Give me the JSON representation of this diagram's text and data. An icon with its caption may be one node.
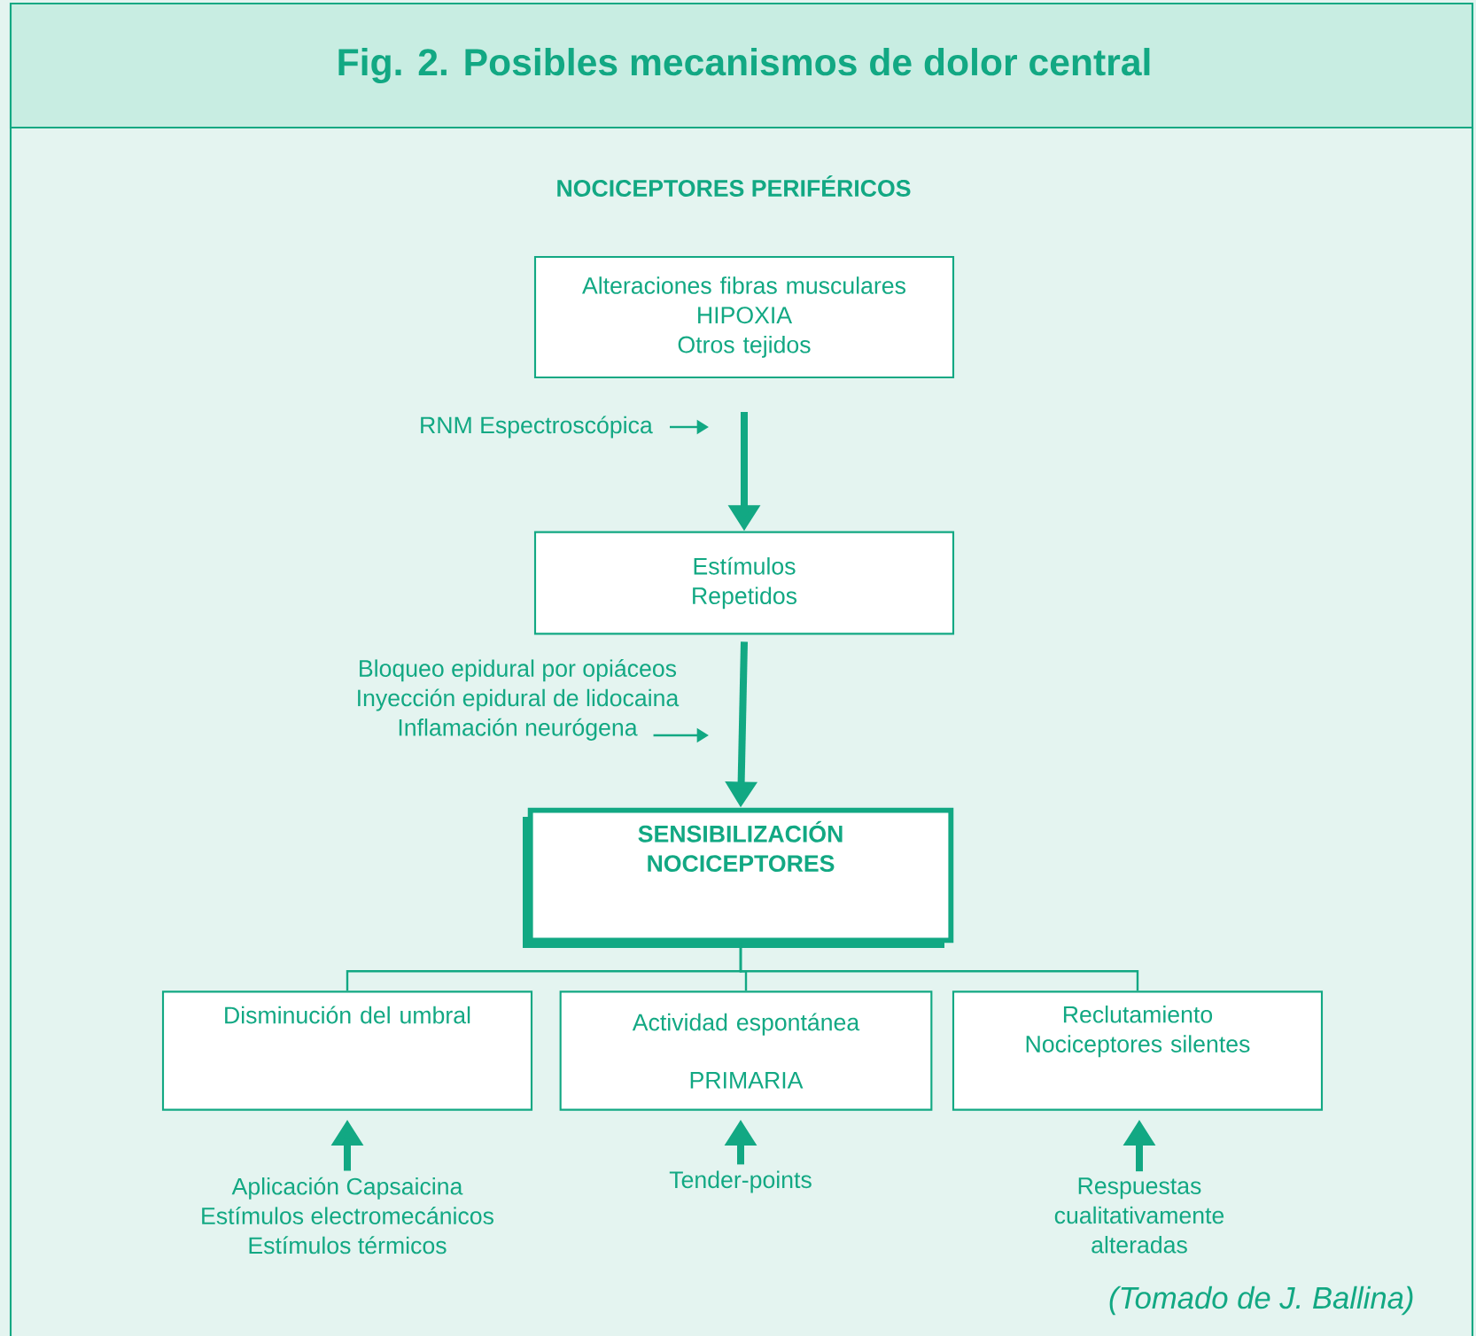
{
  "diagram": {
    "title": "Fig. 2. Posibles mecanismos de dolor central",
    "caption": "(Tomado de J. Ballina)",
    "nodes": [
      {
        "text": [
          "Alteraciones fibras musculares",
          "HIPOXIA",
          "Otros tejidos"
        ]
      },
      {
        "text": [
          "Estímulos Repetidos"
        ]
      },
      {
        "text": [
          "SENSIBILIZACIÓN NOCICEPTORES"
        ]
      },
      {
        "text": [
          "Disminución del umbral"
        ]
      },
      {
        "text": [
          "Actividad espontánea",
          "PRIMARIA"
        ]
      },
      {
        "text": [
          "Reclutamiento Nociceptores silentes"
        ]
      },
      {
        "text": [
          "RNM Espectroscópica"
        ]
      },
      {
        "text": [
          "Bloqueo epidural por opiáceos",
          "Inyección epidural de lidocaina",
          "Inflamación neurógena"
        ]
      },
      {
        "text": [
          "Aplicación Capsaicina",
          "Estímulos electromecánicos",
          "Estímulos térmicos"
        ]
      },
      {
        "text": [
          "Tender-points"
        ]
      },
      {
        "text": [
          "Respuestas cualitativamente alteradas"
        ]
      }
    ],
    "edges": [
      {
        "from": 0,
        "to": 1,
        "arrow": "to",
        "style": "thick"
      },
      {
        "from": 1,
        "to": 2,
        "arrow": "to",
        "style": "thick"
      },
      {
        "from": 2,
        "to": 3,
        "arrow": "none"
      },
      {
        "from": 2,
        "to": 4,
        "arrow": "none"
      },
      {
        "from": 2,
        "to": 5,
        "arrow": "none"
      },
      {
        "from": 6,
        "to": null,
        "arrow": "to"
      },
      {
        "from": 7,
        "to": null,
        "arrow": "to"
      },
      {
        "from": 8,
        "to": 3,
        "arrow": "to",
        "style": "thick"
      },
      {
        "from": 9,
        "to": 4,
        "arrow": "to",
        "style": "thick"
      },
      {
        "from": 10,
        "to": 5,
        "arrow": "to",
        "style": "thick"
      }
    ],
    "labels": [
      "NOCICEPTORES PERIFÉRICOS"
    ]
  }
}
